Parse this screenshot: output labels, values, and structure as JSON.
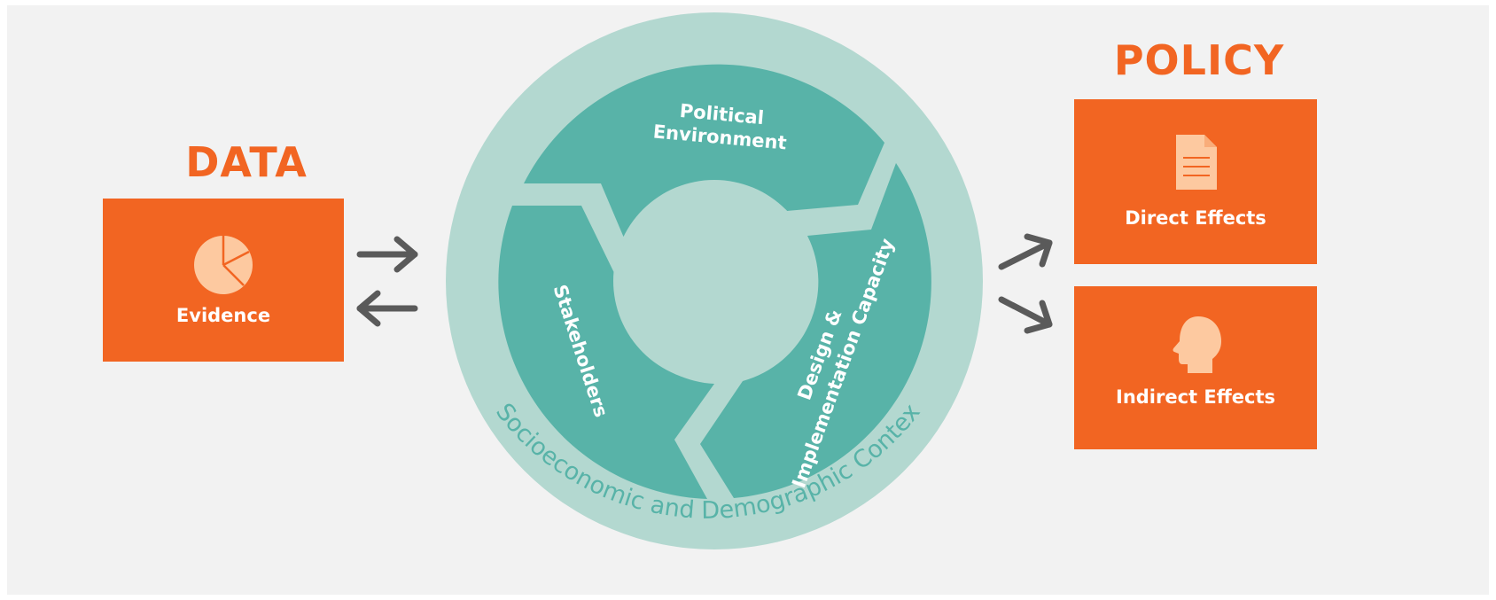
{
  "data_section": {
    "heading": "DATA",
    "box": {
      "label": "Evidence",
      "icon": "pie-chart-icon"
    }
  },
  "policy_section": {
    "heading": "POLICY",
    "boxes": [
      {
        "label": "Direct Effects",
        "icon": "document-icon"
      },
      {
        "label": "Indirect Effects",
        "icon": "head-silhouette-icon"
      }
    ]
  },
  "cycle": {
    "segments": [
      {
        "line1": "Political",
        "line2": "Environment"
      },
      {
        "line1": "Design &",
        "line2": "Implementation Capacity"
      },
      {
        "line1": "Stakeholders"
      }
    ],
    "context_label": "Socioeconomic and Demographic Context"
  },
  "colors": {
    "orange": "#f26522",
    "teal_dark": "#58b3a8",
    "teal_light": "#b3d8d0",
    "arrow_gray": "#5a5a5a",
    "icon_peach": "#fdc9a0"
  }
}
